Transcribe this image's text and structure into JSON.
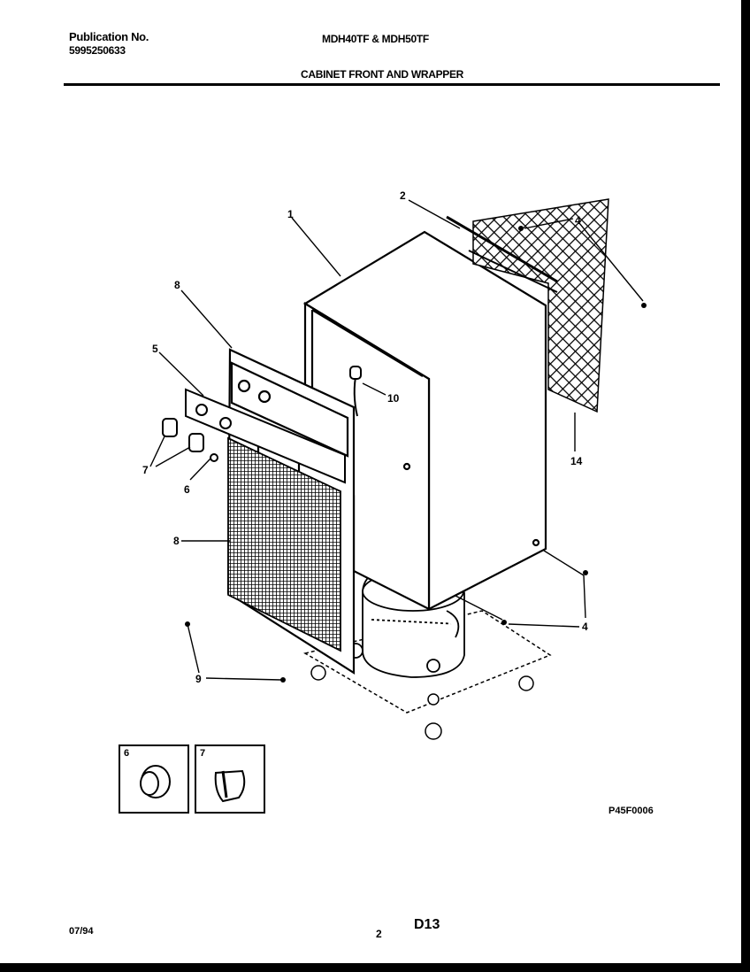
{
  "header": {
    "publication_label": "Publication No.",
    "publication_number": "5995250633",
    "models": "MDH40TF & MDH50TF",
    "section_title": "CABINET FRONT AND WRAPPER"
  },
  "diagram": {
    "callouts": {
      "c1": "1",
      "c2": "2",
      "c4a": "4",
      "c4b": "4",
      "c5": "5",
      "c6": "6",
      "c7": "7",
      "c8a": "8",
      "c8b": "8",
      "c9": "9",
      "c10": "10",
      "c14": "14"
    },
    "figure_code": "P45F0006"
  },
  "insets": {
    "knob_a": "6",
    "knob_b": "7"
  },
  "footer": {
    "date": "07/94",
    "page": "2",
    "code": "D13"
  }
}
